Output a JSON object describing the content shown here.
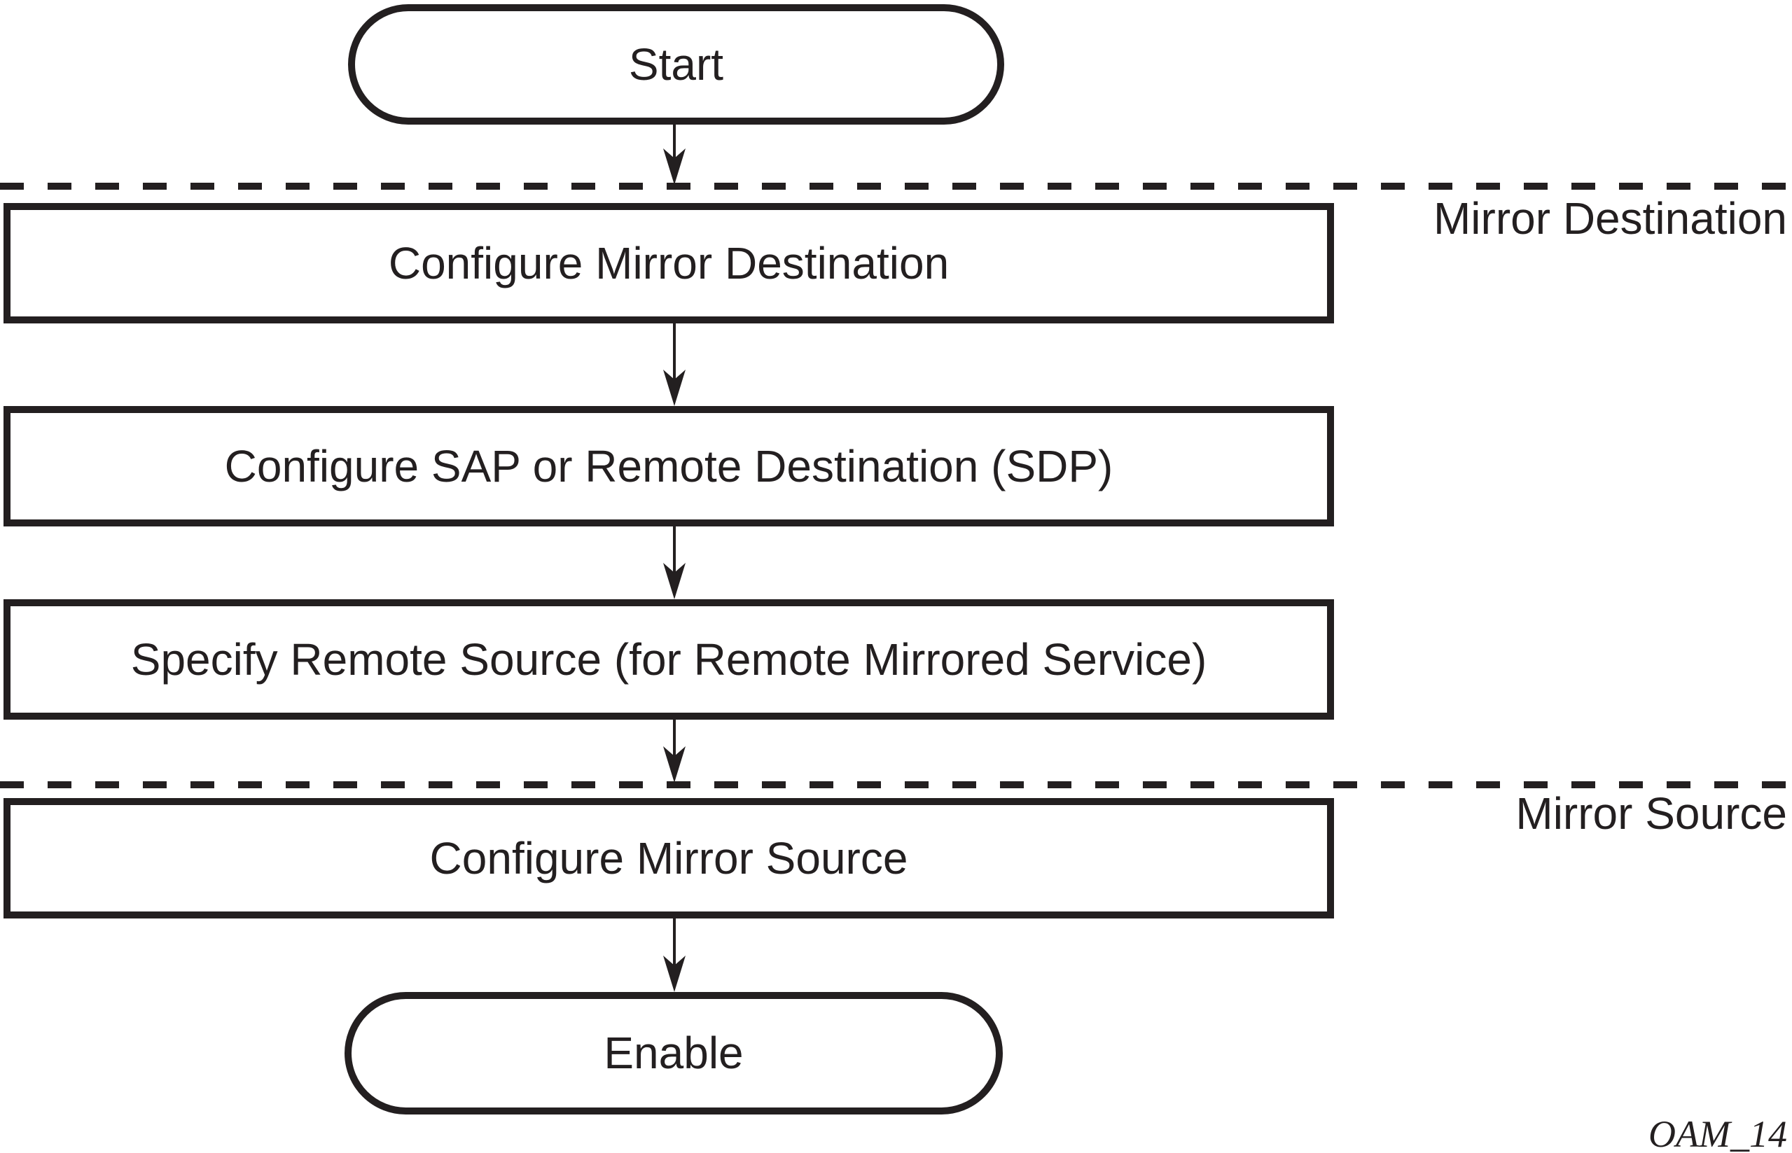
{
  "colors": {
    "ink": "#231f20",
    "background": "#ffffff"
  },
  "flowchart": {
    "start": {
      "label": "Start"
    },
    "steps": {
      "configure_mirror_destination": {
        "label": "Configure Mirror Destination"
      },
      "configure_sap_or_sdp": {
        "label": "Configure SAP or Remote Destination (SDP)"
      },
      "specify_remote_source": {
        "label": "Specify Remote Source (for Remote Mirrored Service)"
      },
      "configure_mirror_source": {
        "label": "Configure Mirror Source"
      }
    },
    "end": {
      "label": "Enable"
    },
    "sections": {
      "mirror_destination": {
        "label": "Mirror Destination"
      },
      "mirror_source": {
        "label": "Mirror Source"
      }
    },
    "figure_id": "OAM_14"
  }
}
